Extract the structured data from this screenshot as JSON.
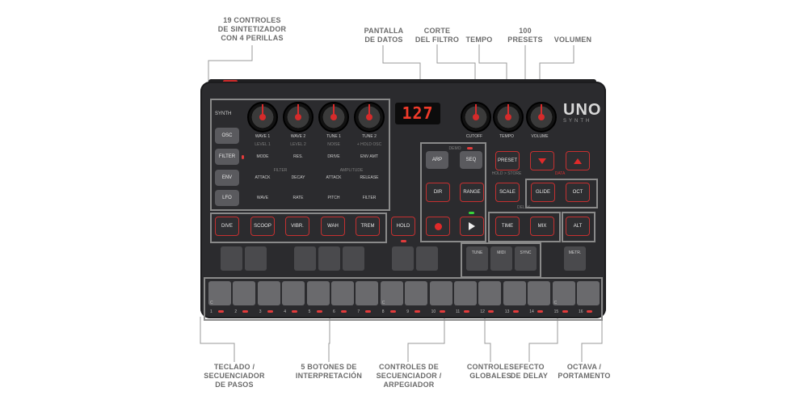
{
  "callouts": {
    "synth_controls": "19 CONTROLES\nDE SINTETIZADOR\nCON 4 PERILLAS",
    "display": "PANTALLA\nDE DATOS",
    "filter_cutoff": "CORTE\nDEL FILTRO",
    "tempo": "TEMPO",
    "presets": "100\nPRESETS",
    "volume": "VOLUMEN",
    "keyboard": "TECLADO /\nSECUENCIADOR\nDE PASOS",
    "performance": "5 BOTONES DE\nINTERPRETACIÓN",
    "sequencer": "CONTROLES DE\nSECUENCIADOR /\nARPEGIADOR",
    "global": "CONTROLES\nGLOBALES",
    "delay": "EFECTO\nDE DELAY",
    "octave": "OCTAVA /\nPORTAMENTO"
  },
  "device": {
    "synth_label": "SYNTH",
    "display_value": "127",
    "logo": "UNO",
    "logo_sub": "SYNTH",
    "mode_buttons": [
      "OSC",
      "FILTER",
      "ENV",
      "LFO"
    ],
    "param_rows": [
      {
        "main": [
          "WAVE 1",
          "WAVE 2",
          "TUNE 1",
          "TUNE 2"
        ],
        "sub": [
          "LEVEL 1",
          "LEVEL 2",
          "NOISE",
          "+ HOLD OSC"
        ]
      },
      {
        "main": [
          "MODE",
          "RES.",
          "DRIVE",
          "ENV AMT"
        ],
        "sub": []
      },
      {
        "main": [
          "ATTACK",
          "DECAY",
          "ATTACK",
          "RELEASE"
        ],
        "sub": []
      },
      {
        "main": [
          "WAVE",
          "RATE",
          "PITCH",
          "FILTER"
        ],
        "sub": []
      }
    ],
    "group_labels": {
      "filter": "FILTER",
      "amplitude": "AMPLITUDE"
    },
    "knob_labels": {
      "cutoff": "CUTOFF",
      "tempo": "TEMPO",
      "volume": "VOLUME"
    },
    "perf_buttons": [
      "DIVE",
      "SCOOP",
      "VIBR.",
      "WAH",
      "TREM"
    ],
    "hold": "HOLD",
    "seq_buttons": {
      "arp": "ARP",
      "seq": "SEQ",
      "dir": "DIR",
      "range": "RANGE",
      "scale": "SCALE",
      "demo": "DEMO"
    },
    "preset": "PRESET",
    "hold_store": "HOLD > STORE",
    "data_label": "DATA",
    "glide": "GLIDE",
    "oct": "OCT",
    "delay_label": "DELAY",
    "time": "TIME",
    "mix": "MIX",
    "alt": "ALT",
    "global_buttons": [
      "TUNE",
      "MIDI",
      "SYNC"
    ],
    "metr": "METR.",
    "keys": [
      "1",
      "2",
      "3",
      "4",
      "5",
      "6",
      "7",
      "8",
      "9",
      "10",
      "11",
      "12",
      "13",
      "14",
      "15",
      "16"
    ],
    "key_letters": [
      "C",
      "C",
      "C"
    ]
  },
  "colors": {
    "accent": "#d62b2b",
    "body": "#2b2b2e",
    "callout": "#6b6b6b",
    "led_green": "#38d43a"
  }
}
